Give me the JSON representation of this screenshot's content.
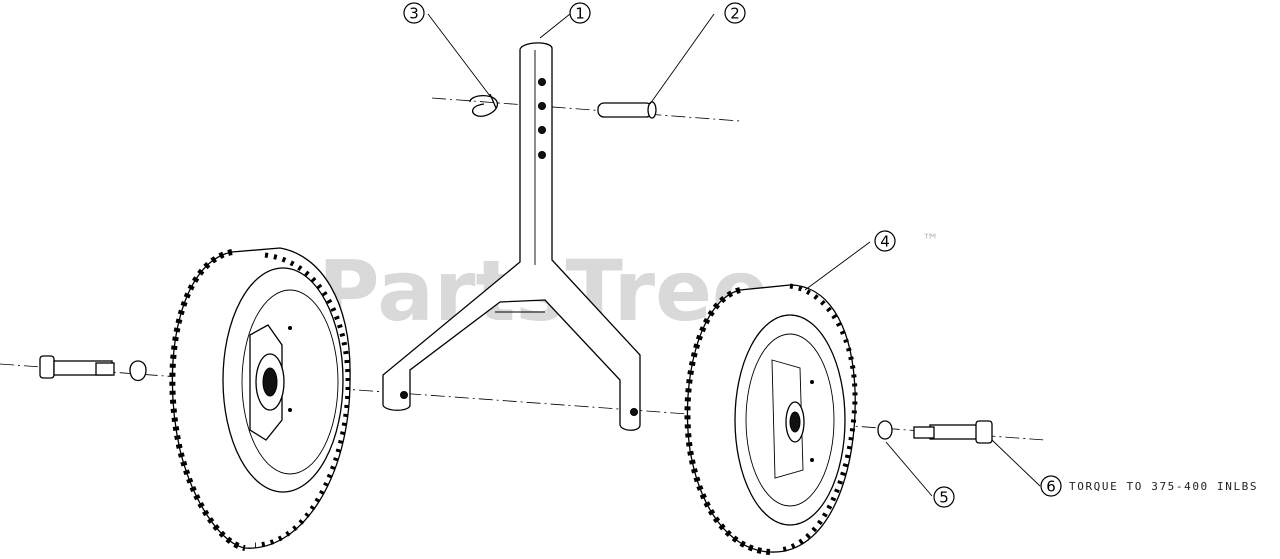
{
  "watermark": {
    "text": "PartsTree",
    "trademark": "™"
  },
  "callouts": [
    {
      "number": "1",
      "part": "pivot-bracket"
    },
    {
      "number": "2",
      "part": "clevis-pin"
    },
    {
      "number": "3",
      "part": "hair-pin-clip"
    },
    {
      "number": "4",
      "part": "wheel"
    },
    {
      "number": "5",
      "part": "wheel-spacer"
    },
    {
      "number": "6",
      "part": "shoulder-bolt"
    }
  ],
  "torque_note": "TORQUE TO 375-400 INLBS"
}
